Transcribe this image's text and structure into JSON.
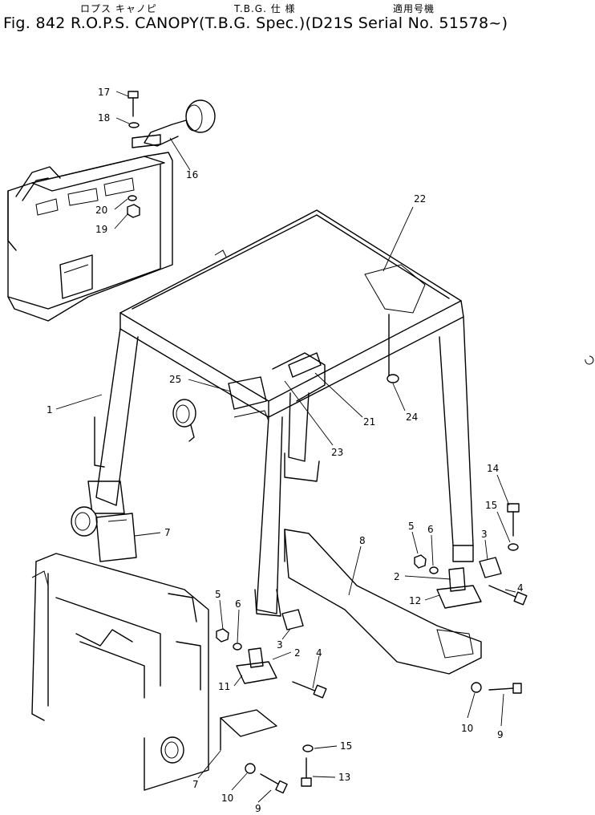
{
  "header": {
    "jp_name": "ロプス キャノピ",
    "jp_spec": "T.B.G. 仕 様",
    "jp_applicable": "適用号機",
    "title_main": "Fig. 842 R.O.P.S. CANOPY",
    "title_spec": "T.B.G. Spec.",
    "title_serial": "D21S Serial No. 51578~"
  },
  "callouts": [
    {
      "id": "c17",
      "label": "17"
    },
    {
      "id": "c18",
      "label": "18"
    },
    {
      "id": "c16",
      "label": "16"
    },
    {
      "id": "c20",
      "label": "20"
    },
    {
      "id": "c19",
      "label": "19"
    },
    {
      "id": "c22",
      "label": "22"
    },
    {
      "id": "c1",
      "label": "1"
    },
    {
      "id": "c25",
      "label": "25"
    },
    {
      "id": "c21",
      "label": "21"
    },
    {
      "id": "c24",
      "label": "24"
    },
    {
      "id": "c23",
      "label": "23"
    },
    {
      "id": "c14",
      "label": "14"
    },
    {
      "id": "c15a",
      "label": "15"
    },
    {
      "id": "c5a",
      "label": "5"
    },
    {
      "id": "c6a",
      "label": "6"
    },
    {
      "id": "c3a",
      "label": "3"
    },
    {
      "id": "c8",
      "label": "8"
    },
    {
      "id": "c7a",
      "label": "7"
    },
    {
      "id": "c2a",
      "label": "2"
    },
    {
      "id": "c12",
      "label": "12"
    },
    {
      "id": "c4a",
      "label": "4"
    },
    {
      "id": "c5b",
      "label": "5"
    },
    {
      "id": "c6b",
      "label": "6"
    },
    {
      "id": "c3b",
      "label": "3"
    },
    {
      "id": "c2b",
      "label": "2"
    },
    {
      "id": "c4b",
      "label": "4"
    },
    {
      "id": "c11",
      "label": "11"
    },
    {
      "id": "c10a",
      "label": "10"
    },
    {
      "id": "c9a",
      "label": "9"
    },
    {
      "id": "c15b",
      "label": "15"
    },
    {
      "id": "c13",
      "label": "13"
    },
    {
      "id": "c7b",
      "label": "7"
    },
    {
      "id": "c10b",
      "label": "10"
    },
    {
      "id": "c9b",
      "label": "9"
    }
  ]
}
